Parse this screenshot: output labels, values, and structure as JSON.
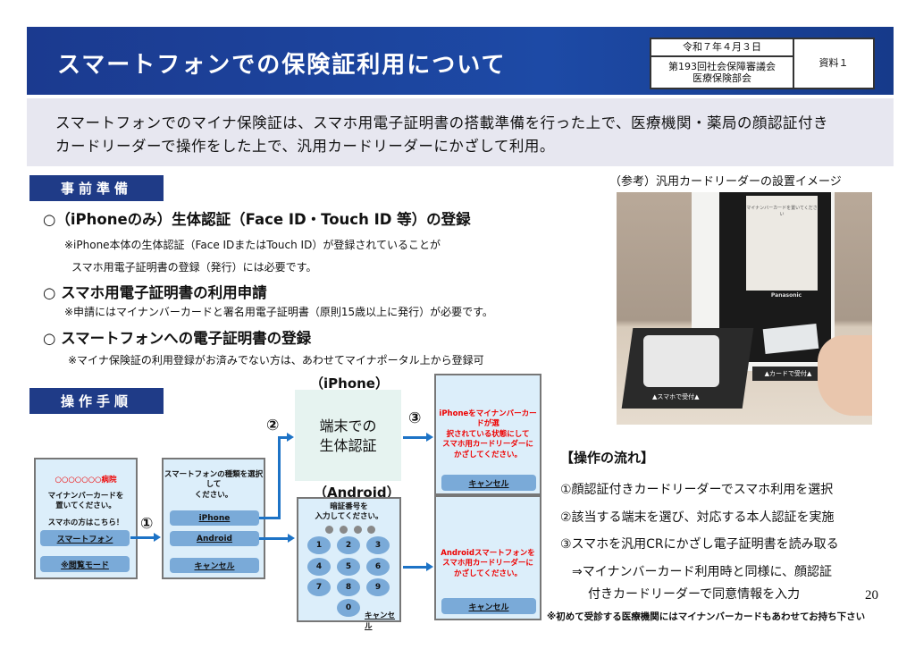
{
  "header": {
    "title": "スマートフォンでの保険証利用について",
    "date": "令和７年４月３日",
    "meeting_line1": "第193回社会保障審議会",
    "meeting_line2": "医療保険部会",
    "doc_label": "資料１"
  },
  "intro": {
    "line1": "スマートフォンでのマイナ保険証は、スマホ用電子証明書の搭載準備を行った上で、医療機関・薬局の顔認証付き",
    "line2": "カードリーダーで操作をした上で、汎用カードリーダーにかざして利用。"
  },
  "prep": {
    "heading": "事前準備",
    "items": [
      {
        "title": "○（iPhoneのみ）生体認証（Face ID・Touch ID 等）の登録",
        "notes": [
          "※iPhone本体の生体認証（Face IDまたはTouch ID）が登録されていることが",
          "スマホ用電子証明書の登録（発行）には必要です。"
        ]
      },
      {
        "title": "○ スマホ用電子証明書の利用申請",
        "notes": [
          "※申請にはマイナンバーカードと署名用電子証明書（原則15歳以上に発行）が必要です。"
        ]
      },
      {
        "title": "○ スマートフォンへの電子証明書の登録",
        "notes": [
          "※マイナ保険証の利用登録がお済みでない方は、あわせてマイナポータル上から登録可"
        ]
      }
    ]
  },
  "ops": {
    "heading": "操作手順",
    "screen1": {
      "hospital": "○○○○○○○病院",
      "msg1": "マイナンバーカードを",
      "msg2": "置いてください。",
      "msg3": "スマホの方はこちら！",
      "btn_phone": "スマートフォン",
      "btn_other": "※閲覧モード"
    },
    "screen2": {
      "msg1": "スマートフォンの種類を選択して",
      "msg2": "ください。",
      "btn_iphone": "iPhone",
      "btn_android": "Android",
      "btn_cancel": "キャンセル"
    },
    "step1": "①",
    "step2": "②",
    "step3": "③",
    "iphone_label": "（iPhone）",
    "iphone_box1": "端末での",
    "iphone_box2": "生体認証",
    "android_label": "（Android）",
    "pin": {
      "msg1": "暗証番号を",
      "msg2": "入力してください。",
      "keys": [
        "1",
        "2",
        "3",
        "4",
        "5",
        "6",
        "7",
        "8",
        "9",
        "0"
      ],
      "cancel": "キャンセル"
    },
    "screen3_iphone": {
      "lines": [
        "iPhoneをマイナンバーカードが選",
        "択されている状態にして",
        "スマホ用カードリーダーに",
        "かざしてください。"
      ],
      "cancel": "キャンセル"
    },
    "screen3_android": {
      "lines": [
        "Androidスマートフォンを",
        "スマホ用カードリーダーに",
        "かざしてください。"
      ],
      "cancel": "キャンセル"
    }
  },
  "reference": {
    "caption": "（参考）汎用カードリーダーの設置イメージ",
    "photo_text_screen": "マイナンバーカードを置いてください",
    "photo_text_pad": "▲スマホで受付▲",
    "photo_text_card": "▲カードで受付▲",
    "photo_brand": "Panasonic"
  },
  "flow": {
    "heading": "【操作の流れ】",
    "steps": [
      "①顔認証付きカードリーダーでスマホ利用を選択",
      "②該当する端末を選び、対応する本人認証を実施",
      "③スマホを汎用CRにかざし電子証明書を読み取る",
      "⇒マイナンバーカード利用時と同様に、顔認証",
      "付きカードリーダーで同意情報を入力"
    ],
    "footnote": "※初めて受診する医療機関にはマイナンバーカードもあわせてお持ち下さい"
  },
  "page_number": "20"
}
